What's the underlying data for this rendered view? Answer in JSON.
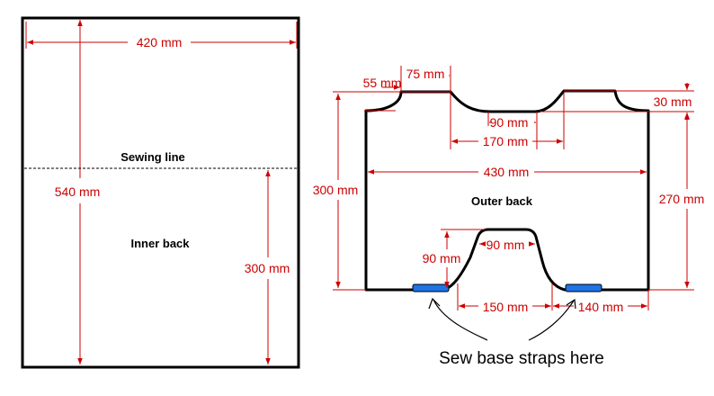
{
  "colors": {
    "outline": "#000000",
    "dimension": "#cc0000",
    "strap": "#1e73e6"
  },
  "inner_panel": {
    "width_label": "420 mm",
    "height_label": "540 mm",
    "sewing_line_label": "Sewing line",
    "lower_height_label": "300 mm",
    "name": "Inner back"
  },
  "outer_panel": {
    "name": "Outer back",
    "corner_55_label": "55 mm",
    "top_75_label": "75 mm",
    "notch_90_label": "90 mm",
    "notch_170_label": "170 mm",
    "right_30_label": "30 mm",
    "width_430_label": "430 mm",
    "height_300_label": "300 mm",
    "height_270_label": "270 mm",
    "bottom_notch_90_width_label": "90 mm",
    "bottom_notch_90_height_label": "90 mm",
    "bottom_150_label": "150 mm",
    "bottom_140_label": "140 mm"
  },
  "annotation": {
    "strap_note": "Sew base straps here"
  }
}
